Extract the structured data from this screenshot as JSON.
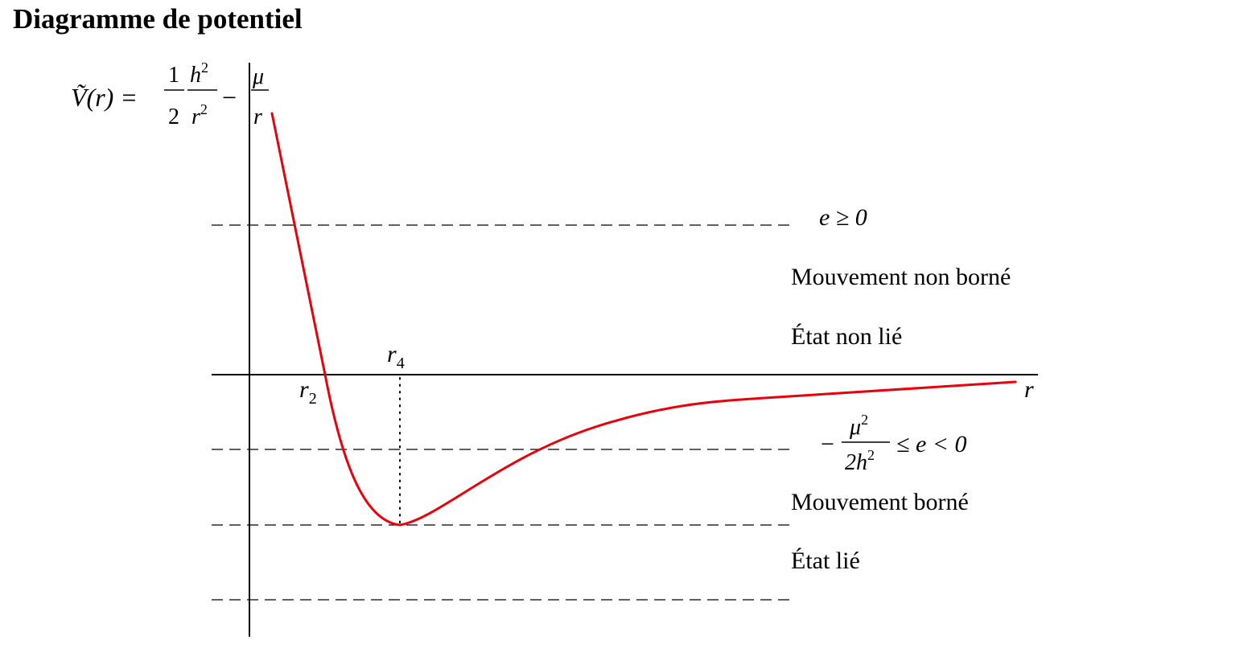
{
  "page": {
    "title": "Diagramme de potentiel"
  },
  "formula": {
    "lhs": "Ṽ(r) =",
    "half_num": "1",
    "half_den": "2",
    "h2": "h",
    "h2_exp": "2",
    "r2": "r",
    "r2_exp": "2",
    "minus": "−",
    "mu": "μ",
    "r": "r"
  },
  "axes": {
    "x_label": "r"
  },
  "markers": {
    "r2": {
      "base": "r",
      "sub": "2"
    },
    "r4": {
      "base": "r",
      "sub": "4"
    }
  },
  "levels": {
    "unbound": {
      "condition": "e ≥ 0",
      "motion": "Mouvement non borné",
      "state": "État non lié"
    },
    "bound": {
      "cond_minus": "−",
      "cond_num": "μ",
      "cond_num_exp": "2",
      "cond_den": "2h",
      "cond_den_exp": "2",
      "cond_rest": "≤ e < 0",
      "motion": "Mouvement borné",
      "state": "État lié"
    }
  },
  "colors": {
    "curve": "#e8000b",
    "axis": "#000000",
    "dashes": "#000000"
  }
}
